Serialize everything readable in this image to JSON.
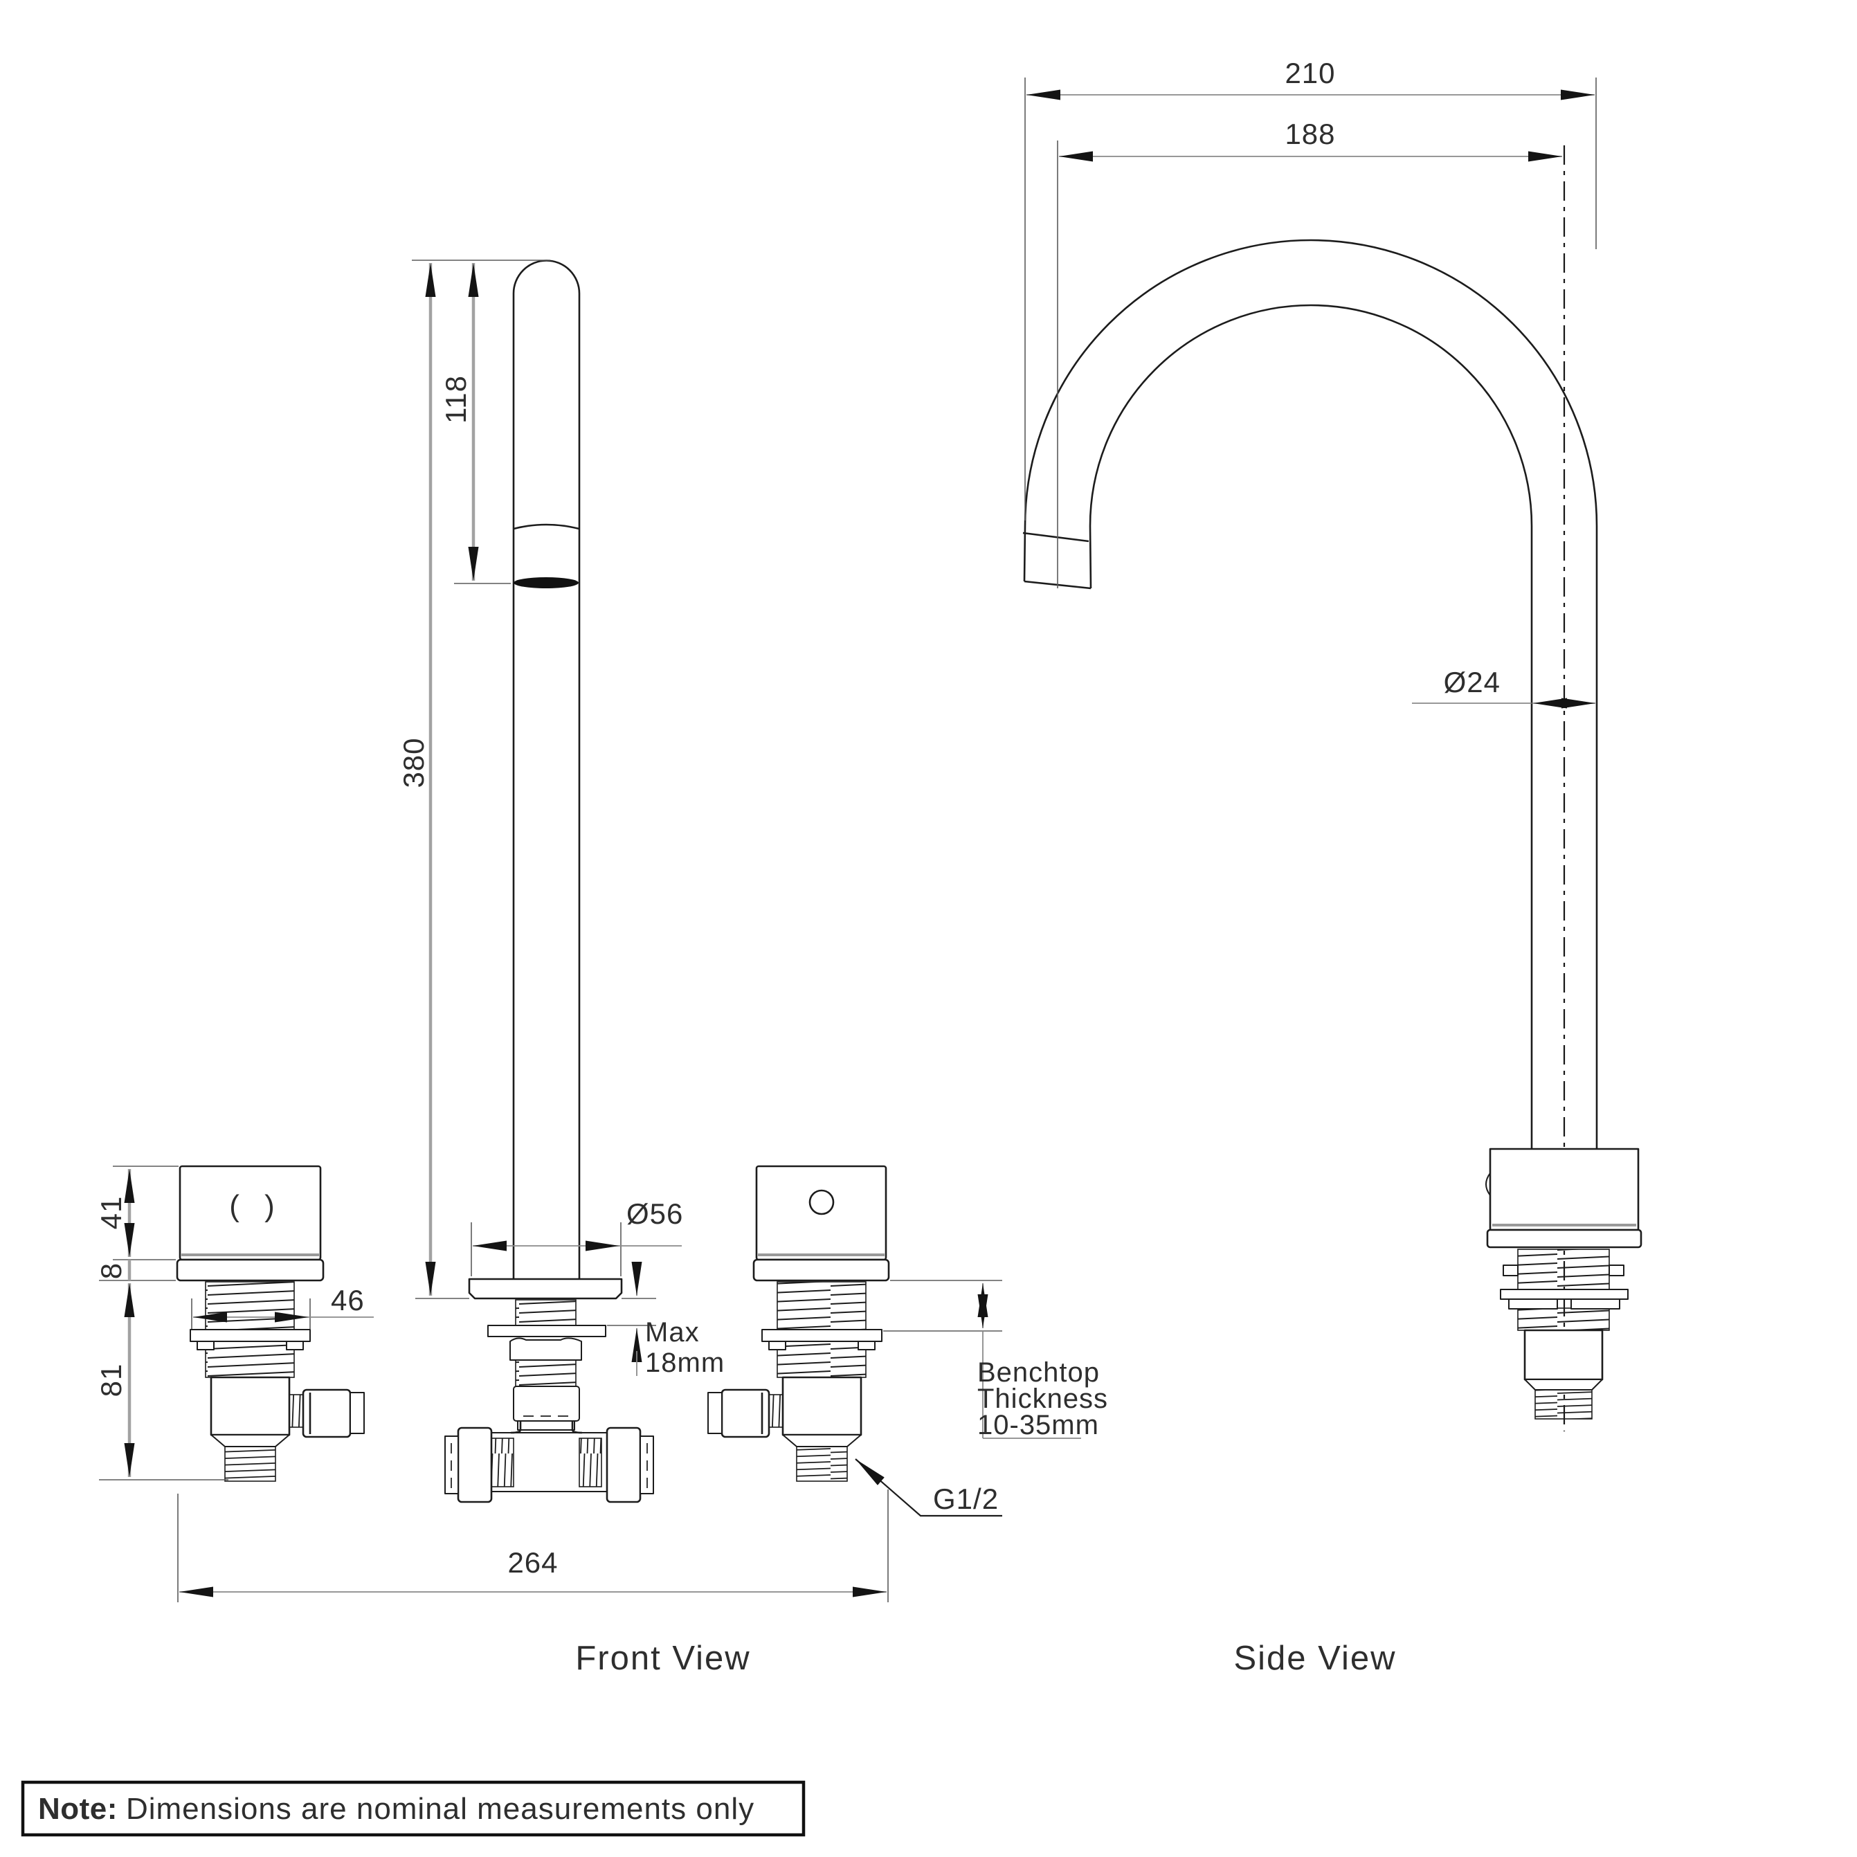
{
  "front_view": {
    "label": "Front View",
    "hot_handle_marking": "( )",
    "dims": {
      "overall_height": "380",
      "spout_top_section": "118",
      "handle_height": "41",
      "base_plate_thickness": "8",
      "under_bench_depth": "81",
      "thread_length": "46",
      "flange_diameter": "Ø56",
      "max_bench_label": "Max",
      "max_bench_value": "18mm",
      "overall_width": "264",
      "outlet_thread": "G1/2",
      "benchtop_label_1": "Benchtop",
      "benchtop_label_2": "Thickness",
      "benchtop_label_3": "10-35mm"
    }
  },
  "side_view": {
    "label": "Side View",
    "dims": {
      "overall_reach": "210",
      "centre_reach": "188",
      "spout_diameter": "Ø24"
    }
  },
  "note": {
    "prefix": "Note:",
    "text": "Dimensions are nominal measurements only"
  }
}
